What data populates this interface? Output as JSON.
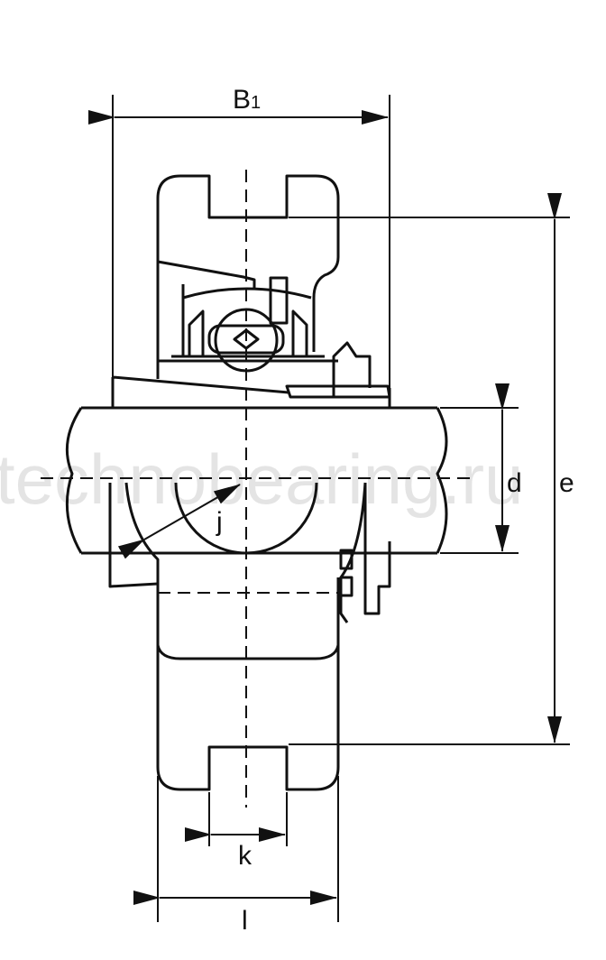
{
  "diagram": {
    "watermark": "technobearing.ru",
    "labels": {
      "B1_main": "B",
      "B1_sub": "1",
      "d": "d",
      "e": "e",
      "j": "j",
      "k": "k",
      "l": "l"
    },
    "colors": {
      "line": "#111111",
      "background": "#ffffff"
    }
  }
}
